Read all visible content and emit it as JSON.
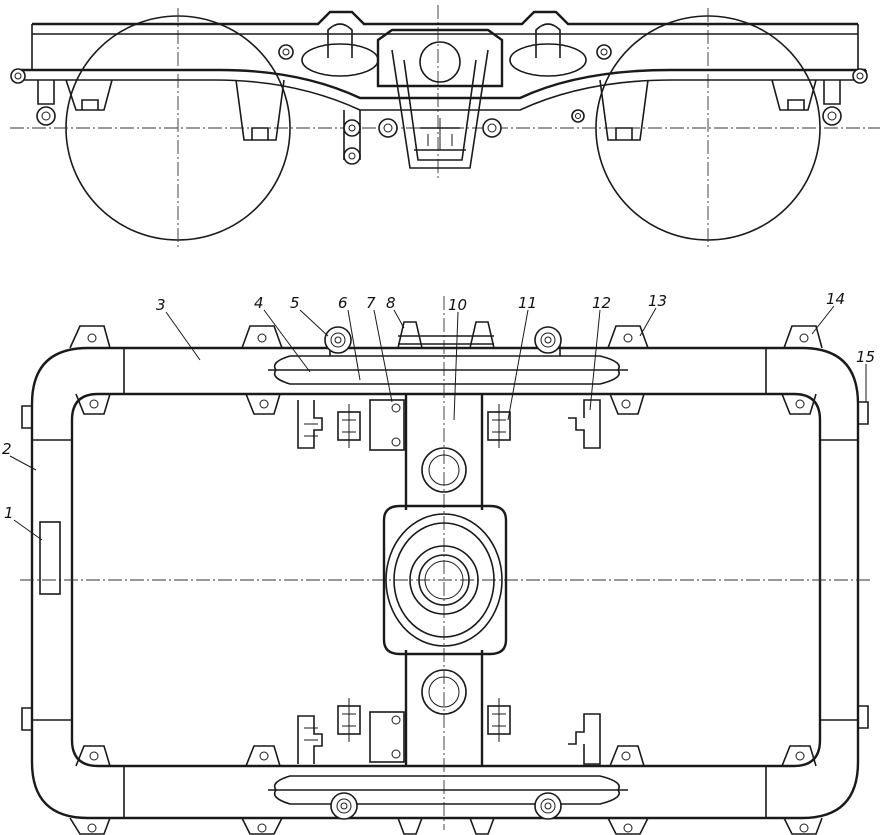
{
  "callouts": [
    {
      "id": "c1",
      "text": "1"
    },
    {
      "id": "c2",
      "text": "2"
    },
    {
      "id": "c3",
      "text": "3"
    },
    {
      "id": "c4",
      "text": "4"
    },
    {
      "id": "c5",
      "text": "5"
    },
    {
      "id": "c6",
      "text": "6"
    },
    {
      "id": "c7",
      "text": "7"
    },
    {
      "id": "c8",
      "text": "8"
    },
    {
      "id": "c10",
      "text": "10"
    },
    {
      "id": "c11",
      "text": "11"
    },
    {
      "id": "c12",
      "text": "12"
    },
    {
      "id": "c13",
      "text": "13"
    },
    {
      "id": "c14",
      "text": "14"
    },
    {
      "id": "c15",
      "text": "15"
    }
  ]
}
